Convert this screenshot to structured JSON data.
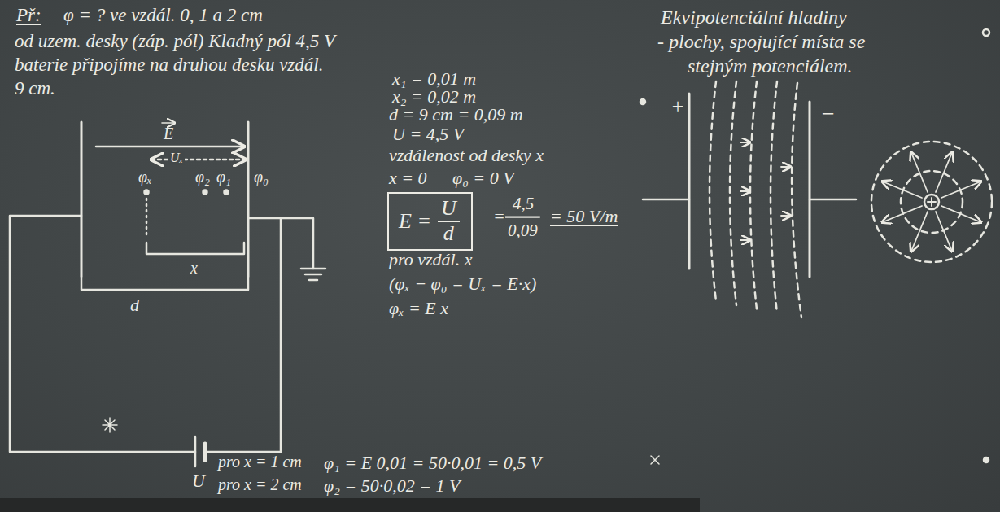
{
  "diagram": {
    "nodes": [
      {
        "text": [
          "E =",
          "U",
          "d"
        ]
      }
    ],
    "labels": [
      "Př:",
      "φ = ? ve vzdál. 0, 1 a 2 cm",
      "od uzem. desky (záp. pól) Kladný pól 4,5 V",
      "baterie připojíme na druhou desku vzdál.",
      "9 cm.",
      "E",
      "Uₓ",
      "φₓ",
      "φ₂",
      "φ₁",
      "φ₀",
      "x",
      "d",
      "U",
      "x₁ = 0,01 m",
      "x₂ = 0,02 m",
      "d = 9 cm = 0,09 m",
      "U = 4,5 V",
      "vzdálenost od desky x",
      "x = 0",
      "φ₀ = 0 V",
      "=",
      "4,5",
      "0,09",
      "= 50 V/m",
      "pro vzdál. x",
      "(φₓ − φ₀ = Uₓ = E·x)",
      "φₓ = E x",
      "pro x = 1 cm",
      "φ₁ = E 0,01 = 50·0,01 = 0,5 V",
      "pro x = 2 cm",
      "φ₂ = 50·0,02 = 1 V",
      "Ekvipotenciální hladiny",
      "- plochy, spojující místa se",
      "stejným potenciálem.",
      "+",
      "−"
    ]
  }
}
